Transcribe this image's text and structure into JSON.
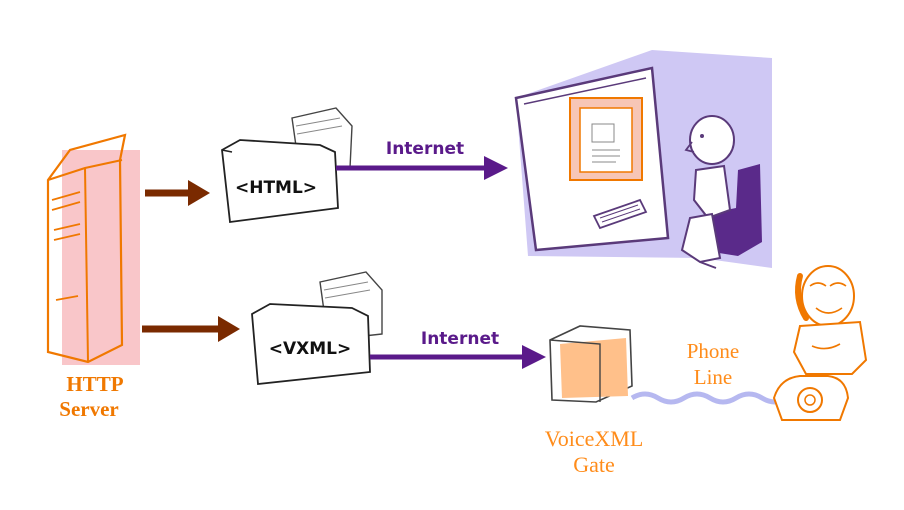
{
  "colors": {
    "server_fill": "#f9c6c9",
    "server_outline": "#f07800",
    "arrow_brown": "#7a2a00",
    "arrow_purple": "#5a1a8a",
    "screen_bg": "#cfc8f4",
    "gateway_fill": "#ffc08a",
    "phone_line": "#b6b8f0"
  },
  "server": {
    "label_line1": "HTTP",
    "label_line2": "Server",
    "icon": "server-tower-icon"
  },
  "documents": {
    "html_label": "<HTML>",
    "vxml_label": "<VXML>"
  },
  "connections": {
    "top_internet": "Internet",
    "bottom_internet": "Internet"
  },
  "computer_user": {
    "icon": "person-at-computer-icon"
  },
  "gateway": {
    "label_line1": "VoiceXML",
    "label_line2": "Gate",
    "icon": "gateway-box-icon"
  },
  "phone_line": {
    "label_line1": "Phone",
    "label_line2": "Line"
  },
  "phone_user": {
    "icon": "person-on-phone-icon"
  }
}
